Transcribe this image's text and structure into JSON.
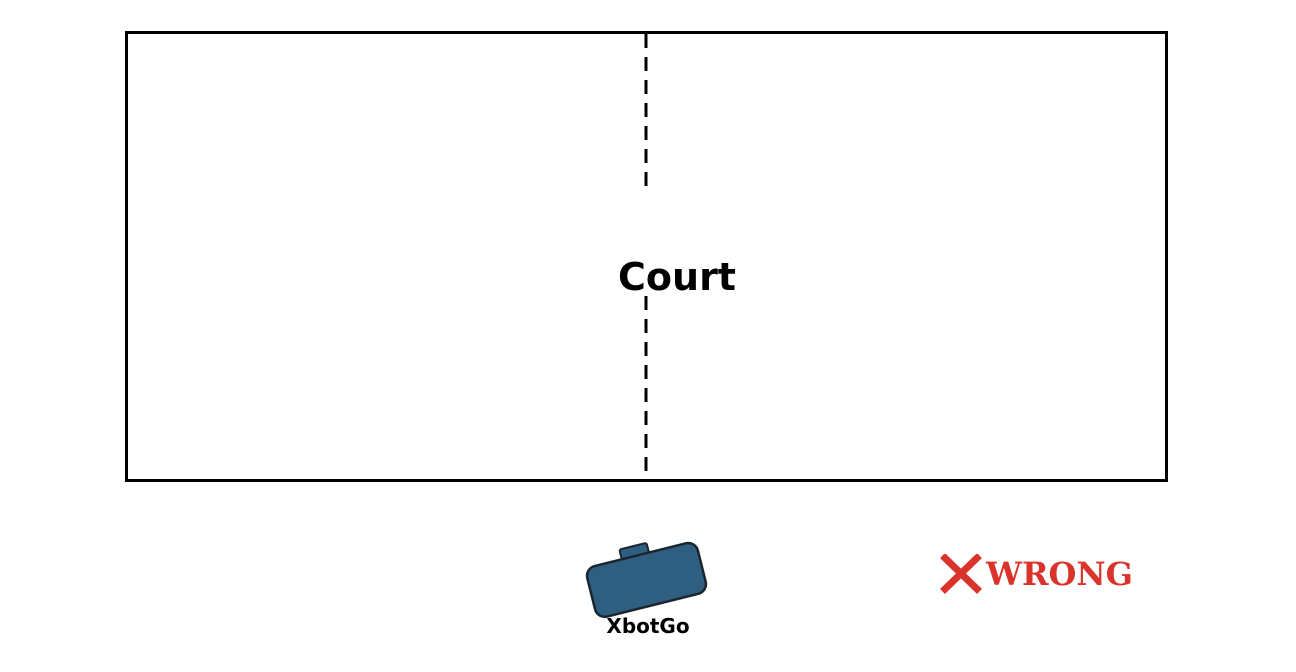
{
  "court": {
    "label": "Court"
  },
  "device": {
    "label": "XbotGo",
    "icon": "camera-tracker-icon",
    "color": "#2e5e80"
  },
  "verdict": {
    "icon": "cross-icon",
    "text": "WRONG",
    "color": "#d9332b"
  }
}
